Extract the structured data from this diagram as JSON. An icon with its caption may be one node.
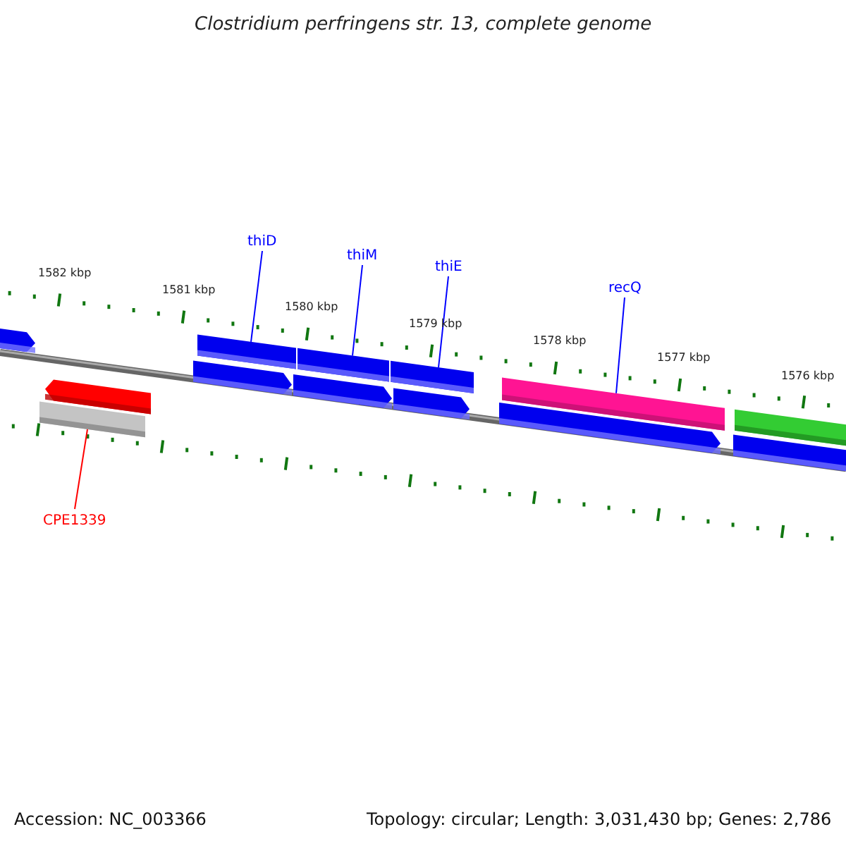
{
  "diagram": {
    "title": "Clostridium perfringens str. 13, complete genome",
    "nodes": [
      {
        "text": [
          "thiD"
        ]
      },
      {
        "text": [
          "thiM"
        ]
      },
      {
        "text": [
          "thiE"
        ]
      },
      {
        "text": [
          "recQ"
        ]
      },
      {
        "text": [
          "CPE1339"
        ]
      },
      {
        "text": [],
        "shape": "pentagon"
      },
      {
        "text": [],
        "shape": "bar"
      },
      {
        "text": [],
        "shape": "bar"
      },
      {
        "text": [],
        "shape": "bar"
      },
      {
        "text": [],
        "shape": "bar"
      },
      {
        "text": [],
        "shape": "bar"
      },
      {
        "text": [],
        "shape": "pentagon"
      },
      {
        "text": [],
        "shape": "pentagon"
      },
      {
        "text": [],
        "shape": "pentagon"
      },
      {
        "text": [],
        "shape": "pentagon"
      },
      {
        "text": [],
        "shape": "bar"
      },
      {
        "text": [],
        "shape": "pentagon"
      },
      {
        "text": [],
        "shape": "bar"
      }
    ],
    "edges": [
      {
        "from": 0,
        "to": 6,
        "arrow": "none"
      },
      {
        "from": 1,
        "to": 7,
        "arrow": "none"
      },
      {
        "from": 2,
        "to": 8,
        "arrow": "none"
      },
      {
        "from": 3,
        "to": 9,
        "arrow": "none"
      },
      {
        "from": 4,
        "to": 17,
        "arrow": "none",
        "color": "#ff0000"
      }
    ],
    "labels": [
      "1582 kbp",
      "1581 kbp",
      "1580 kbp",
      "1579 kbp",
      "1578 kbp",
      "1577 kbp",
      "1576 kbp",
      "Accession: NC_003366",
      "Topology: circular; Length: 3,031,430 bp; Genes: 2,786"
    ]
  }
}
